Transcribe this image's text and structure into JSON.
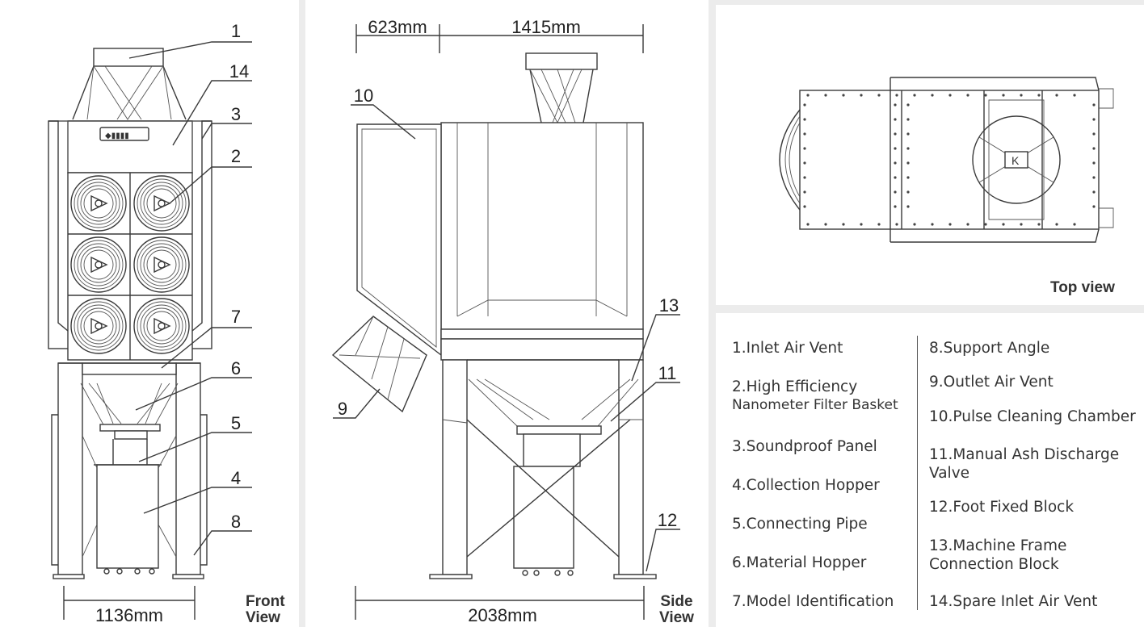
{
  "front_view": {
    "label_line1": "Front",
    "label_line2": "View",
    "width_dim": "1136mm",
    "callouts": [
      "1",
      "14",
      "3",
      "2",
      "7",
      "6",
      "5",
      "4",
      "8"
    ]
  },
  "side_view": {
    "label_line1": "Side",
    "label_line2": "View",
    "dim_top_left": "623mm",
    "dim_top_right": "1415mm",
    "dim_bottom": "2038mm",
    "callouts": [
      "10",
      "9",
      "13",
      "11",
      "12"
    ]
  },
  "top_view": {
    "label": "Top view"
  },
  "legend": {
    "left": [
      [
        "1.Inlet Air Vent"
      ],
      [
        "2.High Efficiency",
        "Nanometer Filter Basket"
      ],
      [
        "3.Soundproof Panel"
      ],
      [
        "4.Collection Hopper"
      ],
      [
        "5.Connecting Pipe"
      ],
      [
        "6.Material Hopper"
      ],
      [
        "7.Model Identification"
      ]
    ],
    "right": [
      [
        "8.Support Angle"
      ],
      [
        "9.Outlet Air Vent"
      ],
      [
        "10.Pulse Cleaning Chamber"
      ],
      [
        "11.Manual Ash Discharge",
        "Valve"
      ],
      [
        "12.Foot Fixed Block"
      ],
      [
        "13.Machine Frame",
        "Connection Block"
      ],
      [
        "14.Spare Inlet Air Vent"
      ]
    ]
  }
}
